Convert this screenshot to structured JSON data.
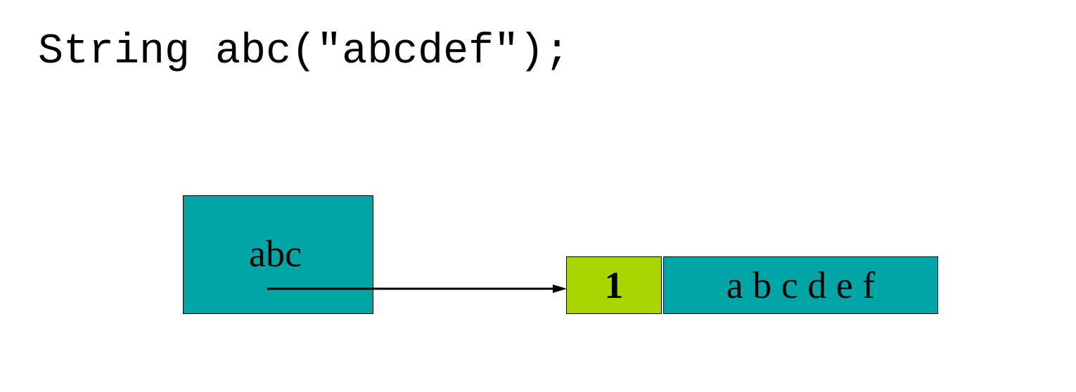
{
  "code": {
    "line": "String abc(\"abcdef\");"
  },
  "diagram": {
    "variable_label": "abc",
    "ref_count": "1",
    "chars": "a b c d e f"
  },
  "colors": {
    "teal": "#00A6A6",
    "lime": "#A8D400",
    "border": "#000000",
    "arrow": "#000000"
  }
}
